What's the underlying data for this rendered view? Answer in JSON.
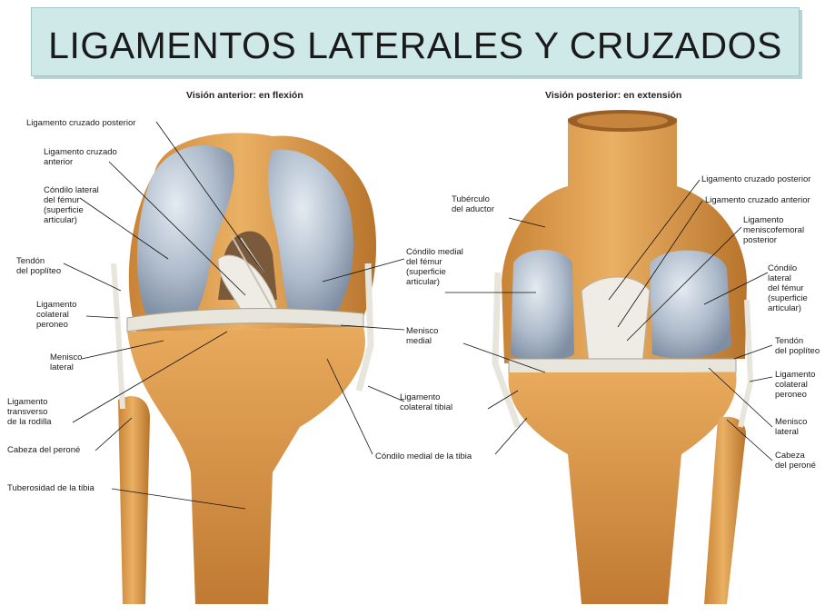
{
  "title": "LIGAMENTOS LATERALES Y CRUZADOS",
  "views": {
    "anterior": "Visión anterior: en flexión",
    "posterior": "Visión posterior: en extensión"
  },
  "labels_anterior": {
    "lig_cruzado_post": "Ligamento cruzado posterior",
    "lig_cruzado_ant": "Ligamento cruzado\nanterior",
    "condilo_lateral": "Cóndilo lateral\ndel fémur\n(superficie\narticular)",
    "tendon_popliteo": "Tendón\ndel poplíteo",
    "lig_colateral_peroneo": "Ligamento\ncolateral\nperoneo",
    "menisco_lateral": "Menisco\nlateral",
    "lig_transverso": "Ligamento\ntransverso\nde la rodilla",
    "cabeza_perone": "Cabeza del peroné",
    "tuberosidad_tibia": "Tuberosidad de la tibia",
    "condilo_medial": "Cóndilo medial\ndel fémur\n(superficie\narticular)",
    "menisco_medial": "Menisco\nmedial",
    "lig_colateral_tibial": "Ligamento\ncolateral tibial",
    "condilo_medial_tibia": "Cóndilo medial de la tibia"
  },
  "labels_posterior": {
    "tuberculo_aductor": "Tubérculo\ndel aductor",
    "lig_cruzado_post": "Ligamento cruzado posterior",
    "lig_cruzado_ant": "Ligamento cruzado anterior",
    "lig_meniscofemoral": "Ligamento\nmeniscofemoral\nposterior",
    "condilo_lateral": "Cóndilo\nlateral\ndel fémur\n(superficie\narticular)",
    "tendon_popliteo": "Tendón\ndel poplíteo",
    "lig_colateral_peroneo": "Ligamento\ncolateral\nperoneo",
    "menisco_lateral": "Menisco\nlateral",
    "cabeza_perone": "Cabeza\ndel peroné"
  },
  "colors": {
    "title_bg": "#cfe9e9",
    "bone": "#e3a456",
    "bone_dark": "#b9742d",
    "cartilage": "#b7c3d2",
    "ligament": "#e9e6dc"
  }
}
